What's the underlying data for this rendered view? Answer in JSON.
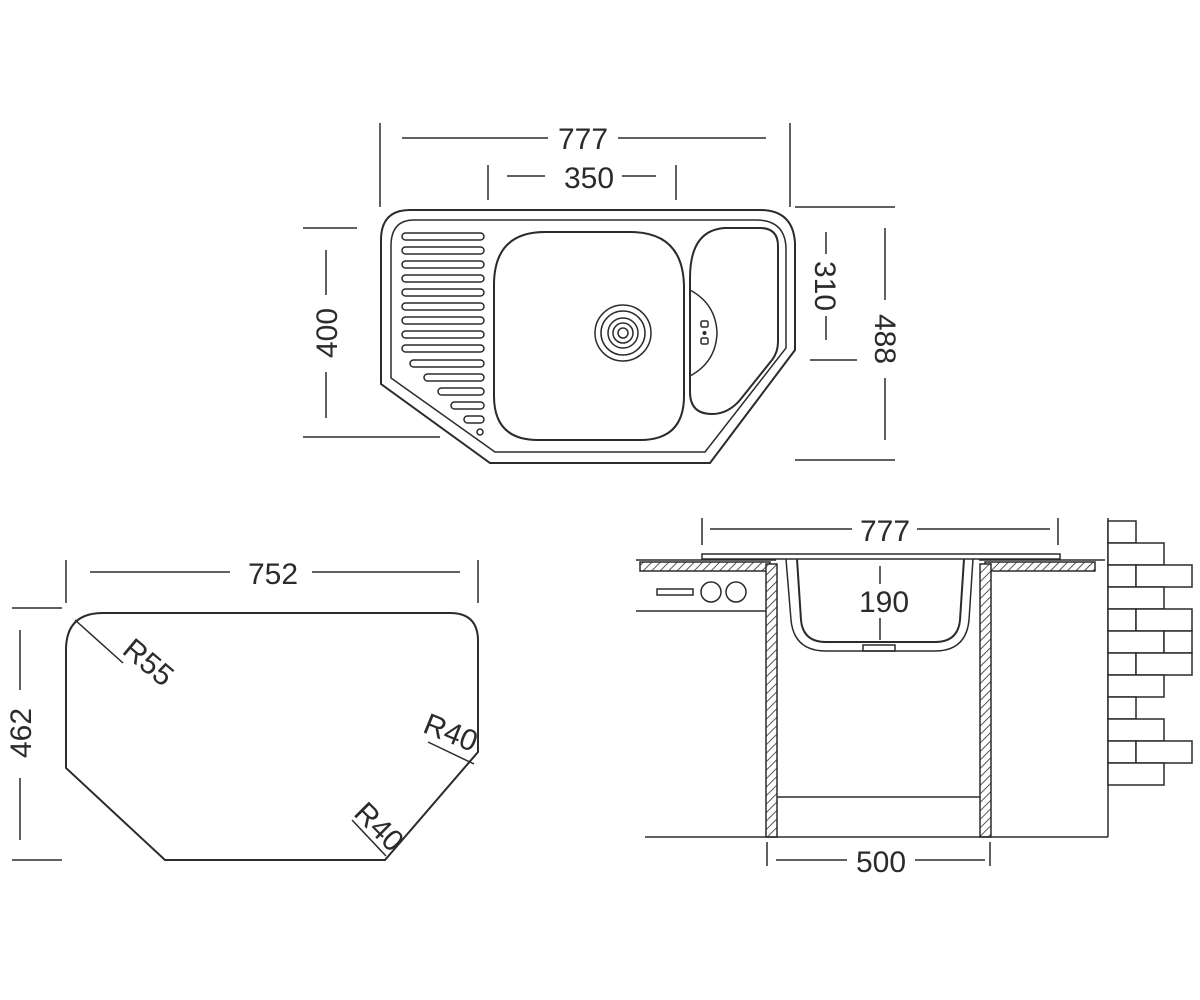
{
  "top_view": {
    "width_total": "777",
    "bowl_width": "350",
    "depth_left": "400",
    "depth_bowl": "310",
    "depth_total": "488"
  },
  "cutout_view": {
    "width": "752",
    "depth": "462",
    "radius_corner": "R55",
    "radius_right": "R40",
    "radius_bottom": "R40"
  },
  "side_view": {
    "width_total": "777",
    "bowl_depth": "190",
    "cabinet_width": "500"
  },
  "colors": {
    "line": "#2b2b2b",
    "background": "#ffffff"
  }
}
